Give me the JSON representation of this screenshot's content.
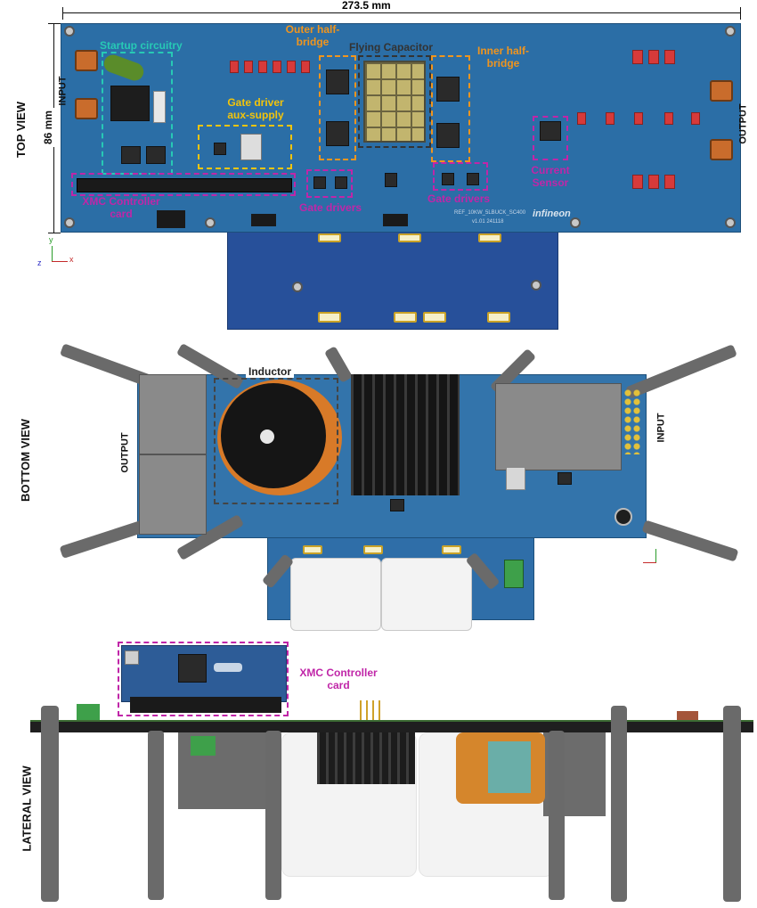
{
  "dimension_width": "273.5 mm",
  "dimension_height": "86 mm",
  "top_view": {
    "title": "TOP VIEW",
    "input_label": "INPUT",
    "output_label": "OUTPUT",
    "startup_label": "Startup circuitry",
    "outer_label": "Outer half-bridge",
    "flying_label": "Flying Capacitor",
    "inner_label": "Inner half-bridge",
    "gate_aux_label": "Gate driver aux-supply",
    "current_sensor_label": "Current Sensor",
    "xmc_label": "XMC Controller card",
    "gate_drivers_left": "Gate drivers",
    "gate_drivers_right": "Gate drivers",
    "board_text": "REF_10KW_5LBUCK_SC400",
    "board_text2": "v1.01 241118",
    "brand": "infineon"
  },
  "bottom_view": {
    "title": "BOTTOM VIEW",
    "output_label": "OUTPUT",
    "input_label": "INPUT",
    "inductor_label": "Inductor"
  },
  "lateral_view": {
    "title": "LATERAL VIEW",
    "xmc_label": "XMC Controller card"
  },
  "axes": {
    "z": "z",
    "x": "x",
    "y": "y"
  },
  "colors": {
    "cyan": "#27c9b5",
    "orange": "#f0951e",
    "yellow": "#f2c40c",
    "magenta": "#c026a8",
    "dark": "#333333",
    "pcb": "#2b6ea6"
  }
}
